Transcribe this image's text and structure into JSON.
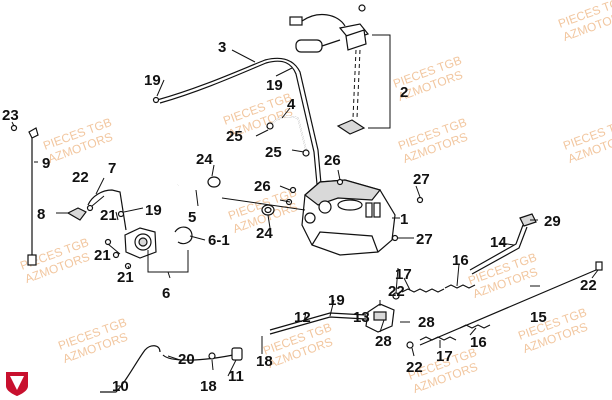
{
  "watermark": {
    "line1": "PIECES TGB",
    "line2": "AZMOTORS"
  },
  "logo": {
    "name": "azmotors-shield-logo"
  },
  "colors": {
    "watermark": "#f2c7a0",
    "logo": "#c8102e",
    "line": "#111111"
  },
  "callouts": {
    "c1": "1",
    "c2": "2",
    "c3": "3",
    "c4": "4",
    "c5": "5",
    "c6": "6",
    "c6_1": "6-1",
    "c7": "7",
    "c8": "8",
    "c9": "9",
    "c10": "10",
    "c11": "11",
    "c12": "12",
    "c13": "13",
    "c14": "14",
    "c15": "15",
    "c16a": "16",
    "c16b": "16",
    "c17a": "17",
    "c17b": "17",
    "c18a": "18",
    "c18b": "18",
    "c19a": "19",
    "c19b": "19",
    "c19c": "19",
    "c19d": "19",
    "c20": "20",
    "c21a": "21",
    "c21b": "21",
    "c21c": "21",
    "c22a": "22",
    "c22b": "22",
    "c22c": "22",
    "c22d": "22",
    "c23": "23",
    "c24a": "24",
    "c24b": "24",
    "c25a": "25",
    "c25b": "25",
    "c26a": "26",
    "c26b": "26",
    "c27a": "27",
    "c27b": "27",
    "c28a": "28",
    "c28b": "28",
    "c29": "29"
  }
}
